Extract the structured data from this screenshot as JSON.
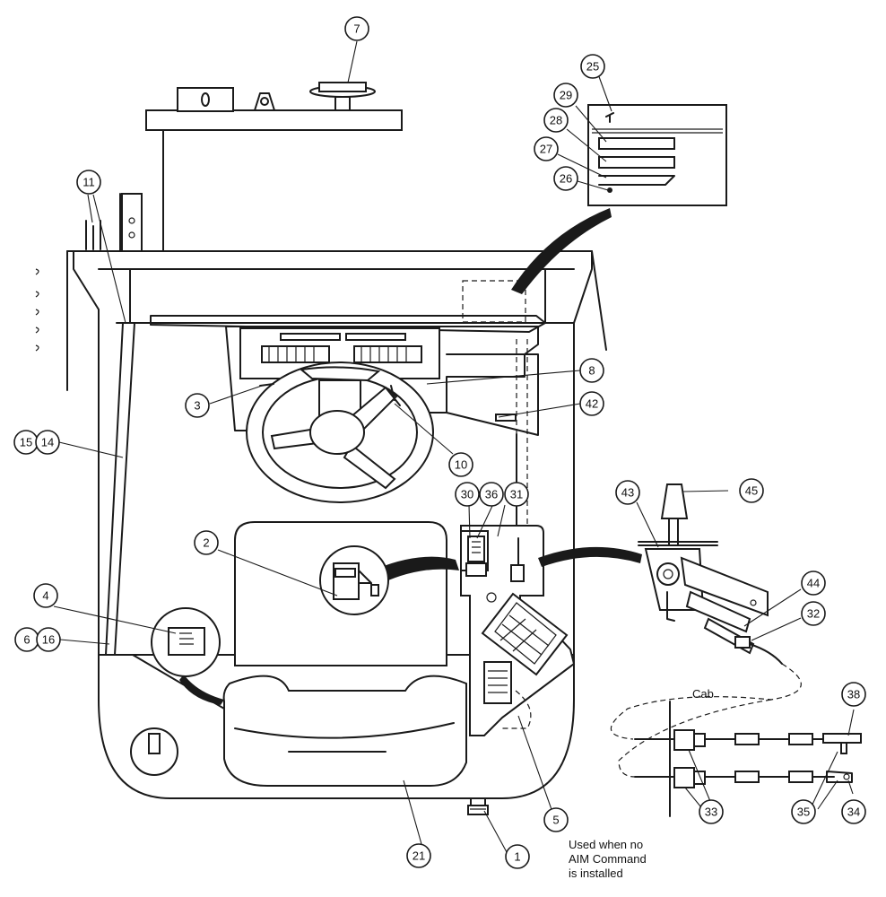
{
  "callouts": [
    {
      "id": "1",
      "label": "1"
    },
    {
      "id": "2",
      "label": "2"
    },
    {
      "id": "3",
      "label": "3"
    },
    {
      "id": "4",
      "label": "4"
    },
    {
      "id": "5",
      "label": "5"
    },
    {
      "id": "6",
      "label": "6"
    },
    {
      "id": "7",
      "label": "7"
    },
    {
      "id": "8",
      "label": "8"
    },
    {
      "id": "10",
      "label": "10"
    },
    {
      "id": "11",
      "label": "11"
    },
    {
      "id": "14",
      "label": "14"
    },
    {
      "id": "15",
      "label": "15"
    },
    {
      "id": "16",
      "label": "16"
    },
    {
      "id": "21",
      "label": "21"
    },
    {
      "id": "25",
      "label": "25"
    },
    {
      "id": "26",
      "label": "26"
    },
    {
      "id": "27",
      "label": "27"
    },
    {
      "id": "28",
      "label": "28"
    },
    {
      "id": "29",
      "label": "29"
    },
    {
      "id": "30",
      "label": "30"
    },
    {
      "id": "31",
      "label": "31"
    },
    {
      "id": "32",
      "label": "32"
    },
    {
      "id": "33",
      "label": "33"
    },
    {
      "id": "34",
      "label": "34"
    },
    {
      "id": "35",
      "label": "35"
    },
    {
      "id": "36",
      "label": "36"
    },
    {
      "id": "38",
      "label": "38"
    },
    {
      "id": "42",
      "label": "42"
    },
    {
      "id": "43",
      "label": "43"
    },
    {
      "id": "44",
      "label": "44"
    },
    {
      "id": "45",
      "label": "45"
    }
  ],
  "labels": {
    "cab": "Cab",
    "note": [
      "Used when no",
      "AIM Command",
      "is installed"
    ]
  }
}
